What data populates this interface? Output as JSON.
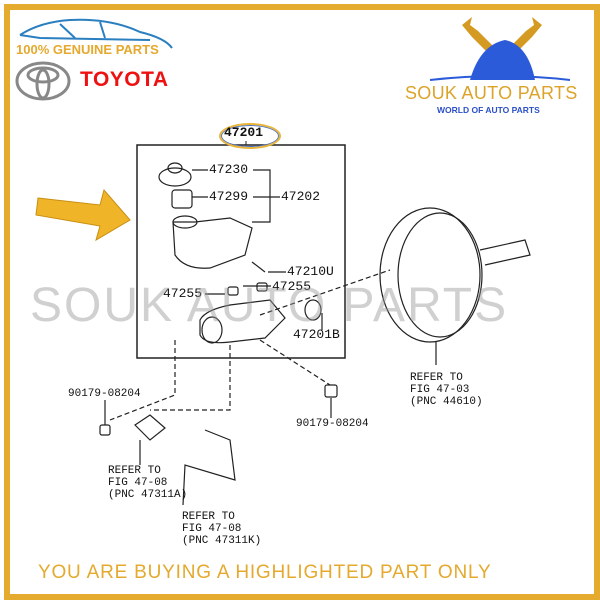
{
  "header": {
    "genuine_text": "100% GENUINE PARTS",
    "brand": "TOYOTA",
    "store_name": "SOUK AUTO PARTS",
    "store_tagline": "WORLD OF AUTO PARTS"
  },
  "diagram": {
    "highlighted_part": "47201",
    "parts": {
      "p47230": "47230",
      "p47299": "47299",
      "p47202": "47202",
      "p47210u": "47210U",
      "p47255_left": "47255",
      "p47255_right": "47255",
      "p47201b": "47201B",
      "bolt_left": "90179-08204",
      "bolt_right": "90179-08204"
    },
    "refs": {
      "booster": [
        "REFER TO",
        "FIG 47-03",
        "(PNC 44610)"
      ],
      "sensor": [
        "REFER TO",
        "FIG 47-08",
        "(PNC 47311A)"
      ],
      "pipe": [
        "REFER TO",
        "FIG 47-08",
        "(PNC 47311K)"
      ]
    }
  },
  "watermark": "SOUK AUTO PARTS",
  "footer": "YOU ARE BUYING A HIGHLIGHTED PART ONLY",
  "colors": {
    "border": "#e4ab2f",
    "toyota_red": "#ee1111",
    "store_blue": "#2b50c8",
    "arrow": "#f0b429"
  }
}
